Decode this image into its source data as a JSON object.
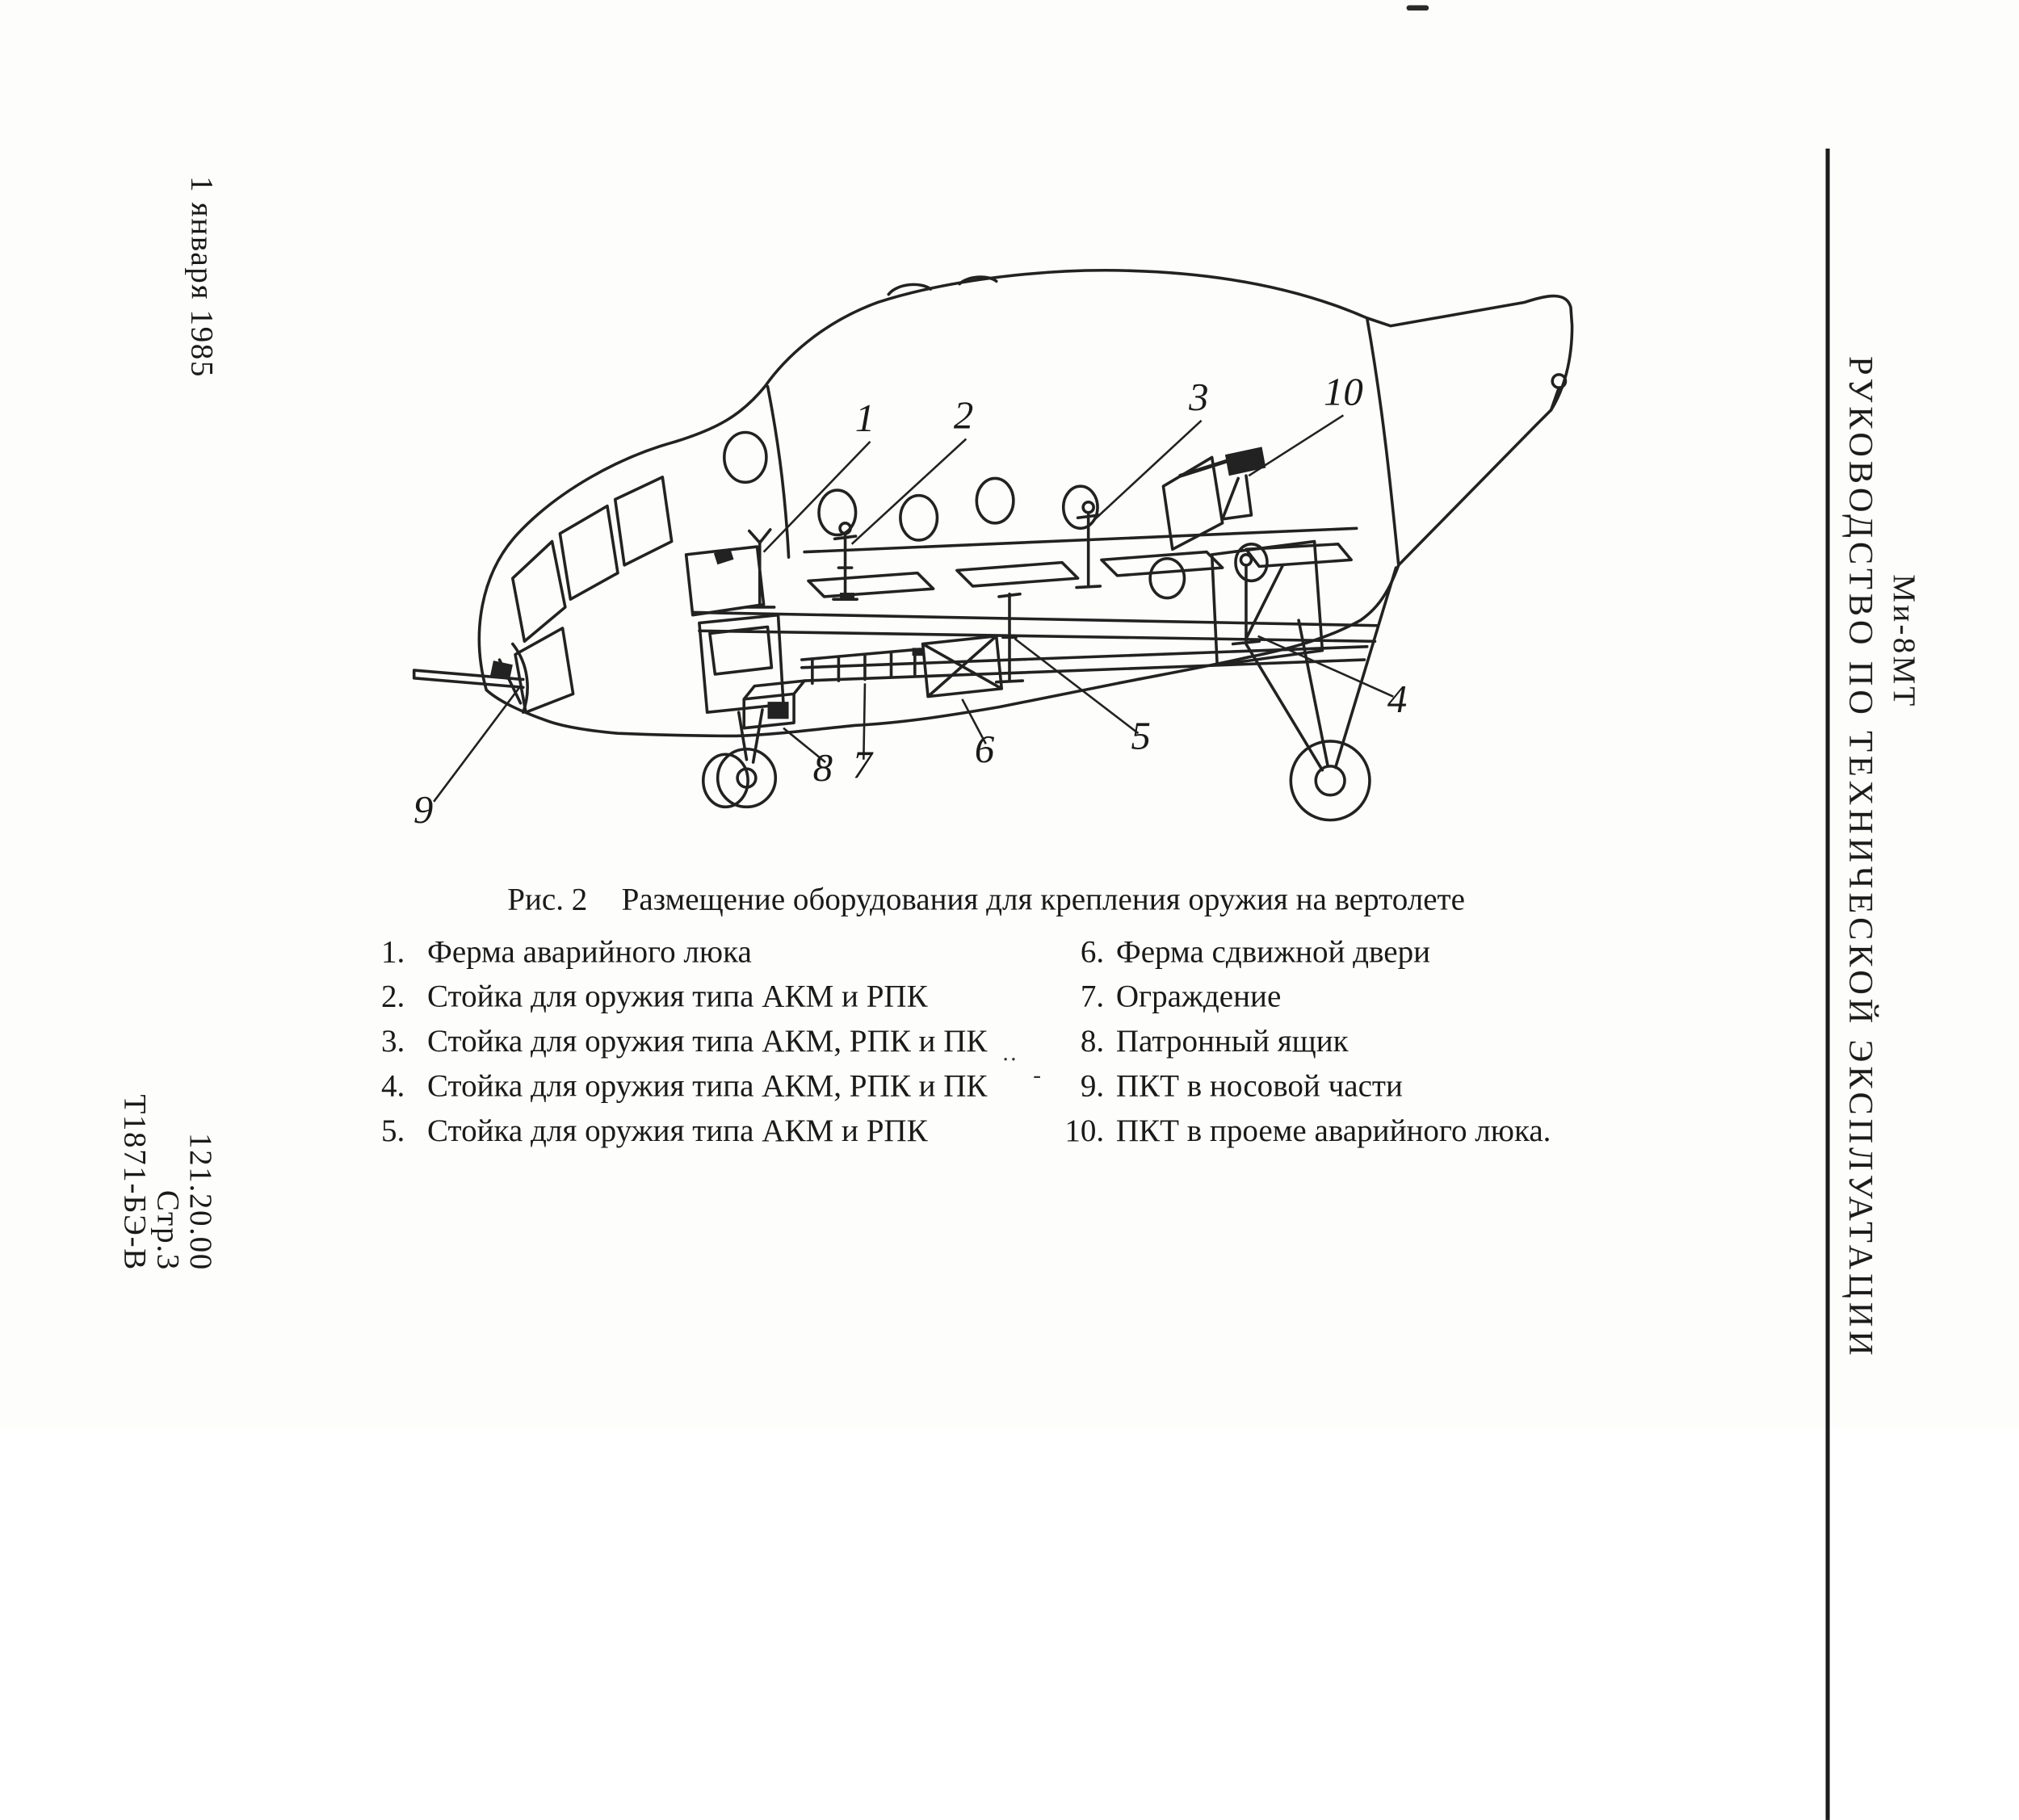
{
  "page": {
    "background": "#fdfdfc",
    "ink": "#1a1a1a",
    "left_margin": {
      "date": "1 января 1985"
    },
    "right_margin": {
      "model": "Ми-8МТ",
      "title": "РУКОВОДСТВО ПО ТЕХНИЧЕСКОЙ ЭКСПЛУАТАЦИИ"
    },
    "footer": {
      "doc_number": "121.20.00",
      "page_ref": "Стр.3",
      "doc_code": "Т1871-БЭ-В"
    },
    "artifacts": {
      "dots": "··",
      "dash": "-"
    }
  },
  "figure": {
    "caption_label": "Рис. 2",
    "caption_text": "Размещение оборудования для крепления оружия на вертолете",
    "callouts": [
      {
        "label": "1"
      },
      {
        "label": "2"
      },
      {
        "label": "3"
      },
      {
        "label": "10"
      },
      {
        "label": "9"
      },
      {
        "label": "8"
      },
      {
        "label": "7"
      },
      {
        "label": "6"
      },
      {
        "label": "5"
      },
      {
        "label": "4"
      }
    ],
    "legend_left": [
      {
        "num": "1.",
        "text": "Ферма аварийного люка"
      },
      {
        "num": "2.",
        "text": "Стойка для оружия типа АКМ и РПК"
      },
      {
        "num": "3.",
        "text": "Стойка для оружия типа АКМ, РПК и ПК"
      },
      {
        "num": "4.",
        "text": "Стойка для оружия типа АКМ, РПК и ПК"
      },
      {
        "num": "5.",
        "text": "Стойка для оружия типа АКМ и РПК"
      }
    ],
    "legend_right": [
      {
        "num": "6.",
        "text": "Ферма сдвижной двери"
      },
      {
        "num": "7.",
        "text": "Ограждение"
      },
      {
        "num": "8.",
        "text": "Патронный ящик"
      },
      {
        "num": "9.",
        "text": "ПКТ в носовой части"
      },
      {
        "num": "10.",
        "text": "ПКТ в проеме аварийного люка."
      }
    ]
  }
}
